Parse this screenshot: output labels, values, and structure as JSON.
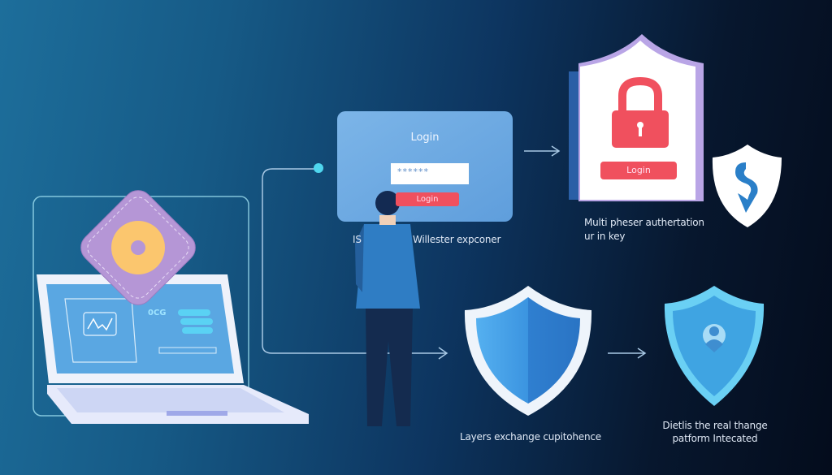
{
  "login_card": {
    "title": "Login",
    "password_value": "******",
    "button_label": "Login"
  },
  "person_caption": {
    "left": "IS",
    "right": "Willester expconer"
  },
  "mfa_panel": {
    "button_label": "Login",
    "caption_line1": "Multi pheser authertation",
    "caption_line2": "ur in key"
  },
  "laptop": {
    "screen_text": "0CG"
  },
  "shield_captions": {
    "left": "Layers exchange cupitohence",
    "right_line1": "Dietlis the real thange",
    "right_line2": "patform Intecated"
  },
  "colors": {
    "accent_red": "#f0505e",
    "accent_cyan": "#4fd6ee",
    "purple": "#b99ad8",
    "shield_blue": "#3a9ae0"
  }
}
